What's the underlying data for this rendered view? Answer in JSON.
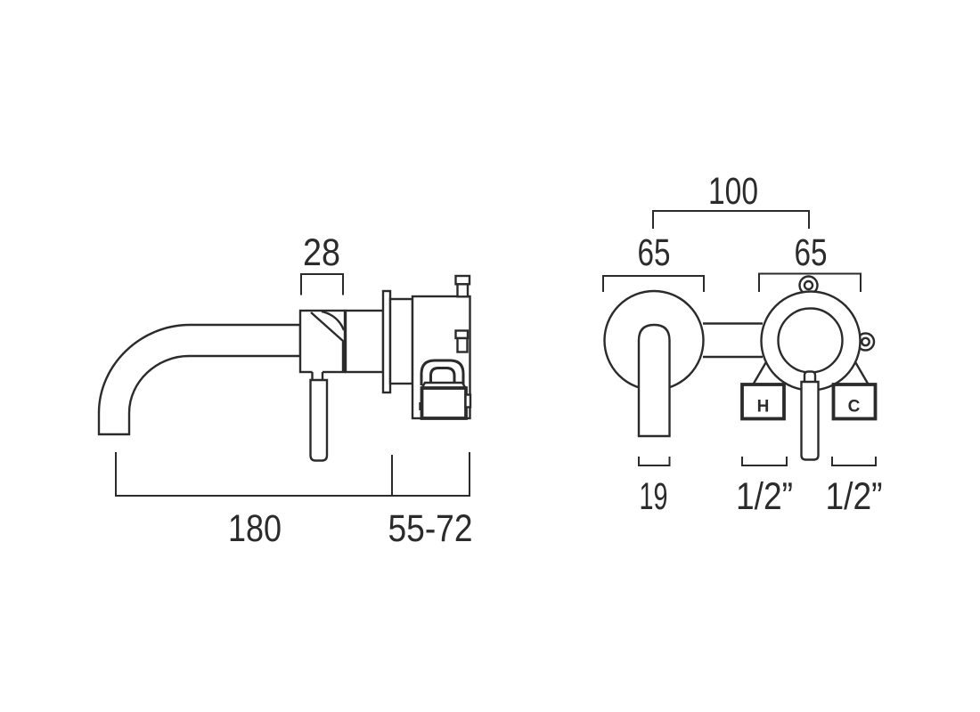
{
  "diagram": {
    "line_color": "#2b2b2b",
    "background_color": "#ffffff",
    "side_view": {
      "dim_28": "28",
      "dim_180": "180",
      "dim_55_72": "55-72"
    },
    "front_view": {
      "dim_100": "100",
      "dim_65_left": "65",
      "dim_65_right": "65",
      "dim_19": "19",
      "dim_half_hot": "1/2”",
      "dim_half_cold": "1/2”",
      "hot_label": "H",
      "cold_label": "C"
    }
  }
}
